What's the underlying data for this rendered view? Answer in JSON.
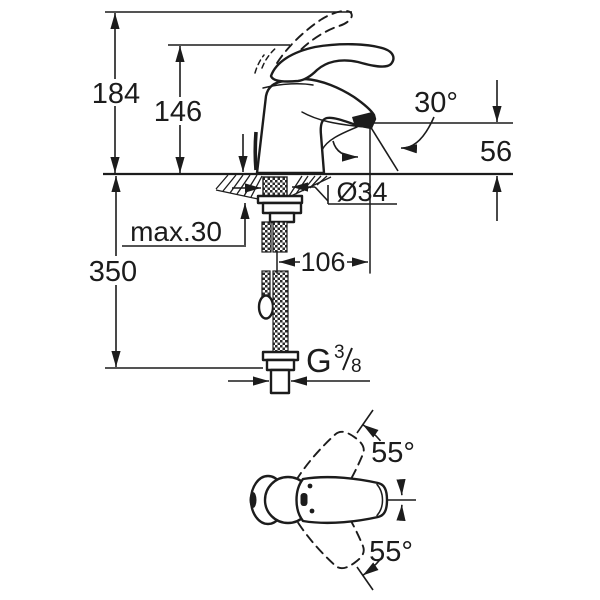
{
  "title": "Single-lever basin mixer technical dimension drawing",
  "colors": {
    "background": "#ffffff",
    "line": "#1c1c1c"
  },
  "labels": {
    "height_to_lever_top": "184",
    "height_to_spout": "146",
    "spout_angle": "30°",
    "spout_to_deck": "56",
    "hole_diameter": "Ø34",
    "max_deck_thickness": "max.30",
    "hose_length_below_deck": "350",
    "spout_projection": "106",
    "thread_letter": "G",
    "thread_numerator": "3",
    "thread_denominator": "8",
    "swivel_angle_up": "55°",
    "swivel_angle_down": "55°"
  }
}
